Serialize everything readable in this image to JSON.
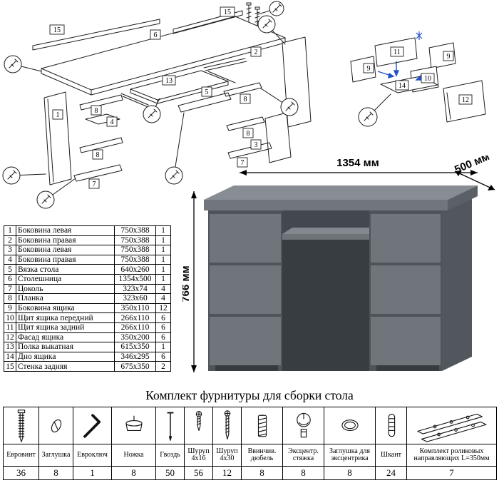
{
  "parts_table": {
    "rows": [
      {
        "num": "1",
        "name": "Боковина левая",
        "size": "750x388",
        "qty": "1"
      },
      {
        "num": "2",
        "name": "Боковина правая",
        "size": "750x388",
        "qty": "1"
      },
      {
        "num": "3",
        "name": "Боковина левая",
        "size": "750x388",
        "qty": "1"
      },
      {
        "num": "4",
        "name": "Боковина правая",
        "size": "750x388",
        "qty": "1"
      },
      {
        "num": "5",
        "name": "Вязка стола",
        "size": "640x260",
        "qty": "1"
      },
      {
        "num": "6",
        "name": "Столешница",
        "size": "1354x500",
        "qty": "1"
      },
      {
        "num": "7",
        "name": "Цоколь",
        "size": "323x74",
        "qty": "4"
      },
      {
        "num": "8",
        "name": "Планка",
        "size": "323x60",
        "qty": "4"
      },
      {
        "num": "9",
        "name": "Боковина ящика",
        "size": "350x110",
        "qty": "12"
      },
      {
        "num": "10",
        "name": "Щит ящика передний",
        "size": "266x110",
        "qty": "6"
      },
      {
        "num": "11",
        "name": "Щит ящика задний",
        "size": "266x110",
        "qty": "6"
      },
      {
        "num": "12",
        "name": "Фасад ящика",
        "size": "350x200",
        "qty": "6"
      },
      {
        "num": "13",
        "name": "Полка выкатная",
        "size": "615x350",
        "qty": "1"
      },
      {
        "num": "14",
        "name": "Дно ящика",
        "size": "346x295",
        "qty": "6"
      },
      {
        "num": "15",
        "name": "Стенка задняя",
        "size": "675x350",
        "qty": "2"
      }
    ]
  },
  "desk": {
    "width_label": "1354 мм",
    "depth_label": "500 мм",
    "height_label": "766 мм",
    "colors": {
      "top": "#878d92",
      "front": "#6f757b",
      "side": "#51575d",
      "cavity": "#43484e",
      "plinth": "#363b40",
      "tray": "#82888d"
    }
  },
  "hardware": {
    "title": "Комплект фурнитуры для сборки стола",
    "items": [
      {
        "icon": "confirmat-screw-icon",
        "name": "Евровинт",
        "qty": "36"
      },
      {
        "icon": "plug-cap-icon",
        "name": "Заглушка",
        "qty": "8"
      },
      {
        "icon": "hex-key-icon",
        "name": "Евроключ",
        "qty": "1"
      },
      {
        "icon": "furniture-leg-icon",
        "name": "Ножка",
        "qty": "8"
      },
      {
        "icon": "nail-icon",
        "name": "Гвоздь",
        "qty": "50"
      },
      {
        "icon": "screw-short-icon",
        "name": "Шуруп 4х16",
        "qty": "56"
      },
      {
        "icon": "screw-long-icon",
        "name": "Шуруп 4х30",
        "qty": "12"
      },
      {
        "icon": "screw-in-dowel-icon",
        "name": "Ввинчив. дюбель",
        "qty": "8"
      },
      {
        "icon": "cam-lock-icon",
        "name": "Эксцентр. стяжка",
        "qty": "8"
      },
      {
        "icon": "cam-cap-icon",
        "name": "Заглушка для эксцентрика",
        "qty": "8"
      },
      {
        "icon": "wood-dowel-icon",
        "name": "Шкант",
        "qty": "24"
      },
      {
        "icon": "roller-guides-icon",
        "name": "Комплект роликовых направляющих L=350мм",
        "qty": "7"
      }
    ]
  },
  "main_view": {
    "labels": {
      "l15a": "15",
      "l6": "6",
      "l15b": "15",
      "l2": "2",
      "l1": "1",
      "l8a": "8",
      "l4": "4",
      "l8b": "8",
      "l13": "13",
      "l5": "5",
      "l8c": "8",
      "l8d": "8",
      "l3": "3",
      "l7a": "7",
      "l7b": "7"
    }
  },
  "drawer_view": {
    "labels": {
      "l11": "11",
      "l9a": "9",
      "l9b": "9",
      "l10": "10",
      "l14": "14",
      "l12": "12"
    }
  },
  "accent_blue": "#2250c8"
}
